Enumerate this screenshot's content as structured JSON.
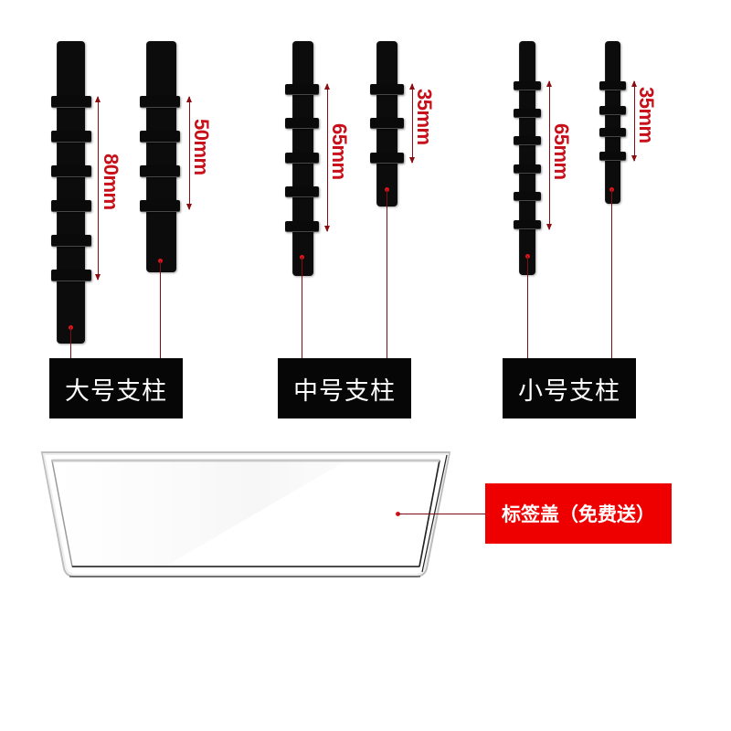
{
  "products": [
    {
      "size": "large",
      "label": "大号支柱",
      "sticks": [
        {
          "dimension": "80mm",
          "flange_count": 6
        },
        {
          "dimension": "50mm",
          "flange_count": 4
        }
      ]
    },
    {
      "size": "medium",
      "label": "中号支柱",
      "sticks": [
        {
          "dimension": "65mm",
          "flange_count": 5
        },
        {
          "dimension": "35mm",
          "flange_count": 3
        }
      ]
    },
    {
      "size": "small",
      "label": "小号支柱",
      "sticks": [
        {
          "dimension": "65mm",
          "flange_count": 6
        },
        {
          "dimension": "35mm",
          "flange_count": 4
        }
      ]
    }
  ],
  "label_cover": {
    "label": "标签盖（免费送）"
  },
  "colors": {
    "stick": "#0c0c0c",
    "dimension": "#c8101a",
    "leader_line": "#7a0f14",
    "label_box": "#060606",
    "promo_box": "#ee0000"
  }
}
